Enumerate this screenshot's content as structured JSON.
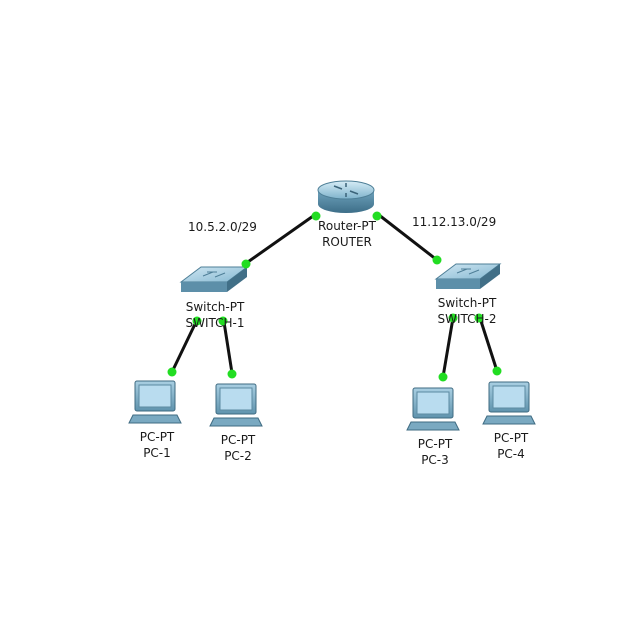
{
  "networks": {
    "left": "10.5.2.0/29",
    "right": "11.12.13.0/29"
  },
  "devices": {
    "router": {
      "model": "Router-PT",
      "name": "ROUTER",
      "icon": "router-icon"
    },
    "switch1": {
      "model": "Switch-PT",
      "name": "SWITCH-1",
      "icon": "switch-icon"
    },
    "switch2": {
      "model": "Switch-PT",
      "name": "SWITCH-2",
      "icon": "switch-icon"
    },
    "pc1": {
      "model": "PC-PT",
      "name": "PC-1",
      "icon": "pc-icon"
    },
    "pc2": {
      "model": "PC-PT",
      "name": "PC-2",
      "icon": "pc-icon"
    },
    "pc3": {
      "model": "PC-PT",
      "name": "PC-3",
      "icon": "pc-icon"
    },
    "pc4": {
      "model": "PC-PT",
      "name": "PC-4",
      "icon": "pc-icon"
    }
  },
  "colors": {
    "link": "#111111",
    "link_up": "#22dd22",
    "device_body": "#5f9bb8",
    "screen": "#b9dcef"
  }
}
